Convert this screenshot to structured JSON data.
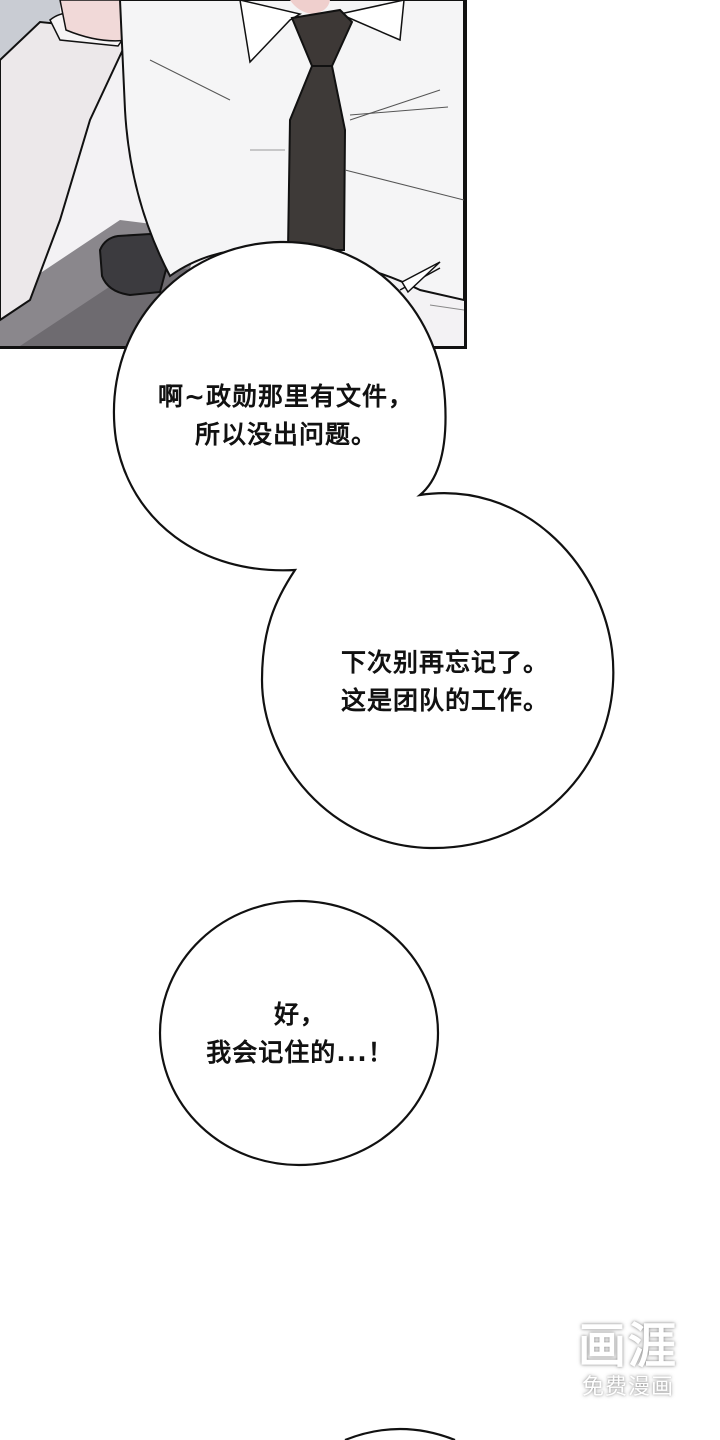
{
  "panel": {
    "description": "Close-up of a man in a white dress shirt with a dark patterned tie, hand raised near collar"
  },
  "bubbles": [
    {
      "lines": [
        "啊~政勋那里有文件，",
        "所以没出问题。"
      ]
    },
    {
      "lines": [
        "下次别再忘记了。",
        "这是团队的工作。"
      ]
    },
    {
      "lines": [
        "好，",
        "我会记住的...！"
      ]
    }
  ],
  "watermark": {
    "logo": "画涯",
    "subtitle": "免费漫画"
  },
  "colors": {
    "background": "#ffffff",
    "ink": "#111111",
    "shirt": "#f1f0f2",
    "tie": "#3e3a38",
    "shadow": "#d9d2d6"
  }
}
